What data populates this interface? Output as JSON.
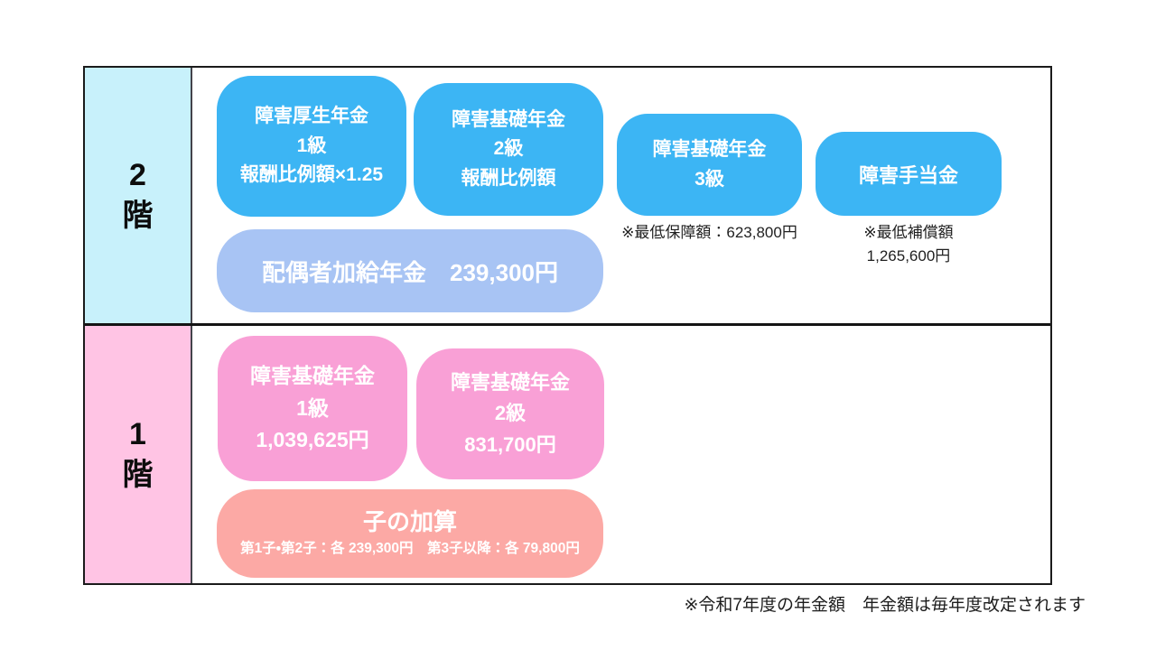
{
  "floor2": {
    "number": "2",
    "kanji": "階",
    "boxes": {
      "kosei1": {
        "line1": "障害厚生年金",
        "line2": "1級",
        "line3": "報酬比例額×1.25"
      },
      "kiso2": {
        "line1": "障害基礎年金",
        "line2": "2級",
        "line3": "報酬比例額"
      },
      "kiso3": {
        "line1": "障害基礎年金",
        "line2": "3級",
        "note": "※最低保障額：623,800円"
      },
      "teate": {
        "label": "障害手当金",
        "note_line1": "※最低補償額",
        "note_line2": "1,265,600円"
      },
      "haigusha": {
        "label": "配偶者加給年金　239,300円"
      }
    }
  },
  "floor1": {
    "number": "1",
    "kanji": "階",
    "boxes": {
      "kiso1": {
        "line1": "障害基礎年金",
        "line2": "1級",
        "line3": "1,039,625円"
      },
      "kiso2": {
        "line1": "障害基礎年金",
        "line2": "2級",
        "line3": "831,700円"
      },
      "konokasan": {
        "title": "子の加算",
        "detail": "第1子・第2子：各 239,300円　第3子以降：各 79,800円"
      }
    }
  },
  "footnote": "※令和7年度の年金額　年金額は毎年度改定されます",
  "colors": {
    "tier2_box_blue": "#3cb5f4",
    "spouse_box_periwinkle": "#a8c4f4",
    "tier1_box_pink": "#f9a0d6",
    "child_box_salmon": "#fca9a5",
    "floor2_cell_bg": "#c8f1fb",
    "floor1_cell_bg": "#ffc4e4",
    "border": "#1b1b1b",
    "box_text": "#ffffff",
    "note_text": "#1f1f1f"
  }
}
